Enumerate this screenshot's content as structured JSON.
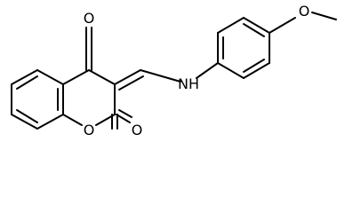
{
  "molecule": {
    "atoms": {
      "carbonyl_oxygen": "O",
      "lactone_carbonyl_oxygen": "O",
      "ring_oxygen": "O",
      "amine": "NH",
      "ether_oxygen": "O"
    }
  },
  "colors": {
    "bond": "#000000",
    "label": "#000000",
    "background": "#ffffff"
  }
}
